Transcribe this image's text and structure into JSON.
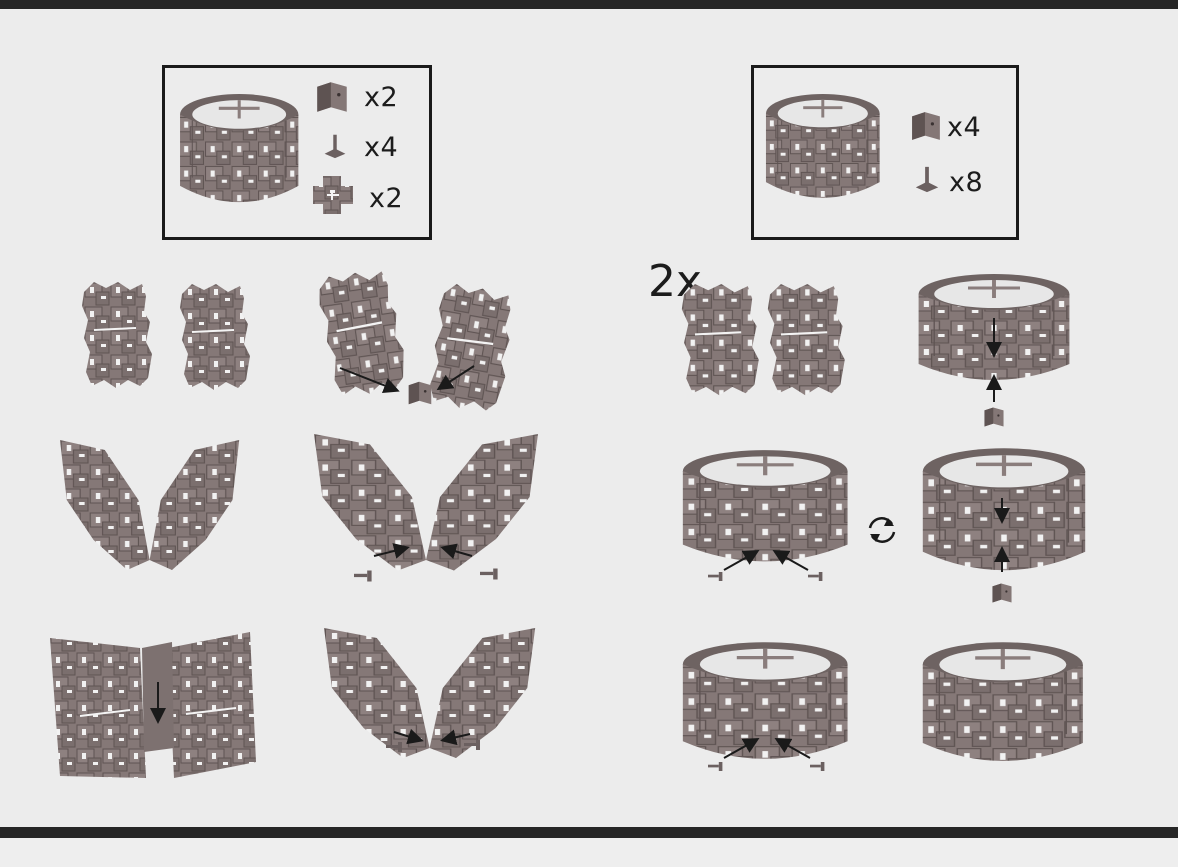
{
  "left_parts_box": {
    "items": [
      {
        "icon": "corner-bracket-icon",
        "quantity": "x2"
      },
      {
        "icon": "t-pin-icon",
        "quantity": "x4"
      },
      {
        "icon": "cross-panel-icon",
        "quantity": "x2"
      }
    ]
  },
  "right_parts_box": {
    "items": [
      {
        "icon": "corner-bracket-icon",
        "quantity": "x4"
      },
      {
        "icon": "t-pin-icon",
        "quantity": "x8"
      }
    ]
  },
  "right_section": {
    "multiplier": "2x"
  },
  "colors": {
    "panel": "#857877",
    "panel_dark": "#5f5453",
    "frame": "#262626",
    "background": "#ececec"
  }
}
